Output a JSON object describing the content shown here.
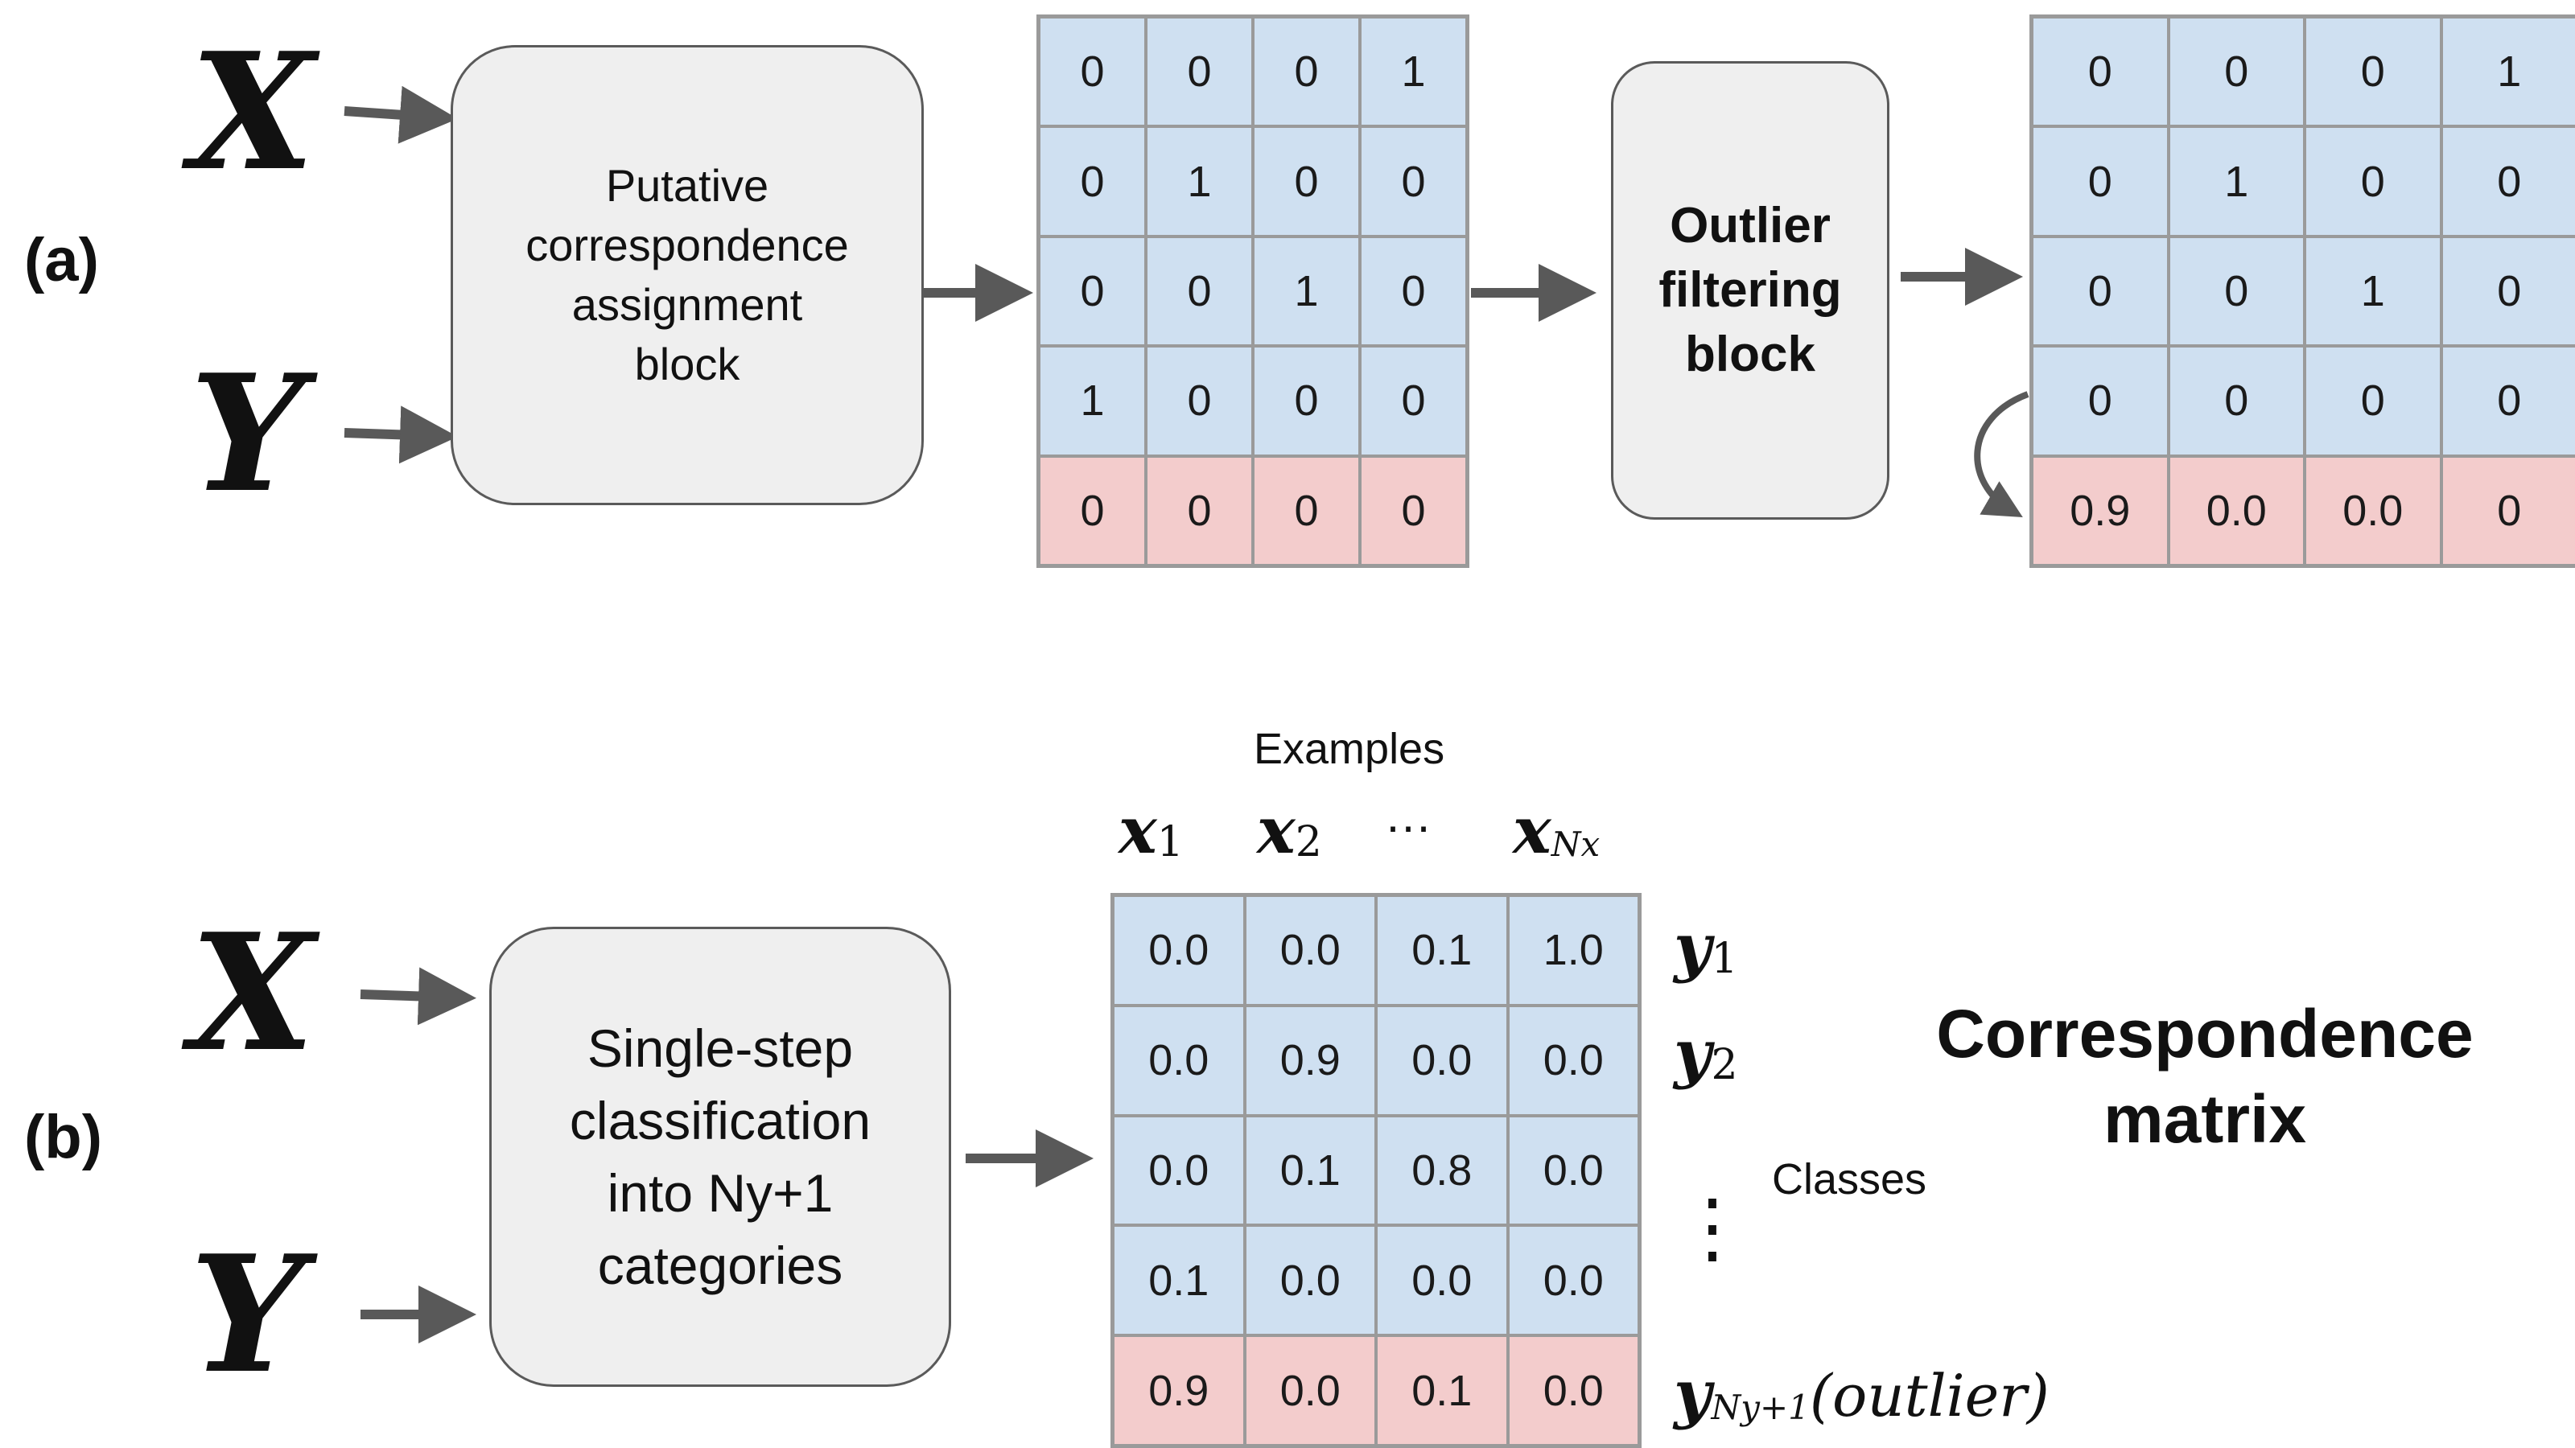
{
  "panel_a": {
    "label": "(a)",
    "input_x": "X",
    "input_y": "Y",
    "block1_text": "Putative\ncorrespondence\nassignment\nblock",
    "block2_text": "Outlier\nfiltering\nblock",
    "matrix1": [
      [
        "0",
        "0",
        "0",
        "1"
      ],
      [
        "0",
        "1",
        "0",
        "0"
      ],
      [
        "0",
        "0",
        "1",
        "0"
      ],
      [
        "1",
        "0",
        "0",
        "0"
      ],
      [
        "0",
        "0",
        "0",
        "0"
      ]
    ],
    "matrix2": [
      [
        "0",
        "0",
        "0",
        "1"
      ],
      [
        "0",
        "1",
        "0",
        "0"
      ],
      [
        "0",
        "0",
        "1",
        "0"
      ],
      [
        "0",
        "0",
        "0",
        "0"
      ],
      [
        "0.9",
        "0.0",
        "0.0",
        "0"
      ]
    ]
  },
  "panel_b": {
    "label": "(b)",
    "input_x": "X",
    "input_y": "Y",
    "block_text": "Single-step\nclassification\ninto Ny+1\ncategories",
    "examples_label": "Examples",
    "columns": [
      {
        "base": "x",
        "sub": "1"
      },
      {
        "base": "x",
        "sub": "2"
      },
      {
        "base": "…",
        "sub": ""
      },
      {
        "base": "x",
        "sub": "Nx"
      }
    ],
    "rows": [
      {
        "base": "y",
        "sub": "1"
      },
      {
        "base": "y",
        "sub": "2"
      },
      {
        "base": "⋮",
        "sub": ""
      },
      {
        "base": "y",
        "sub": "Ny+1",
        "suffix": "(outlier)"
      }
    ],
    "classes_label": "Classes",
    "matrix_title": "Correspondence\nmatrix",
    "matrix": [
      [
        "0.0",
        "0.0",
        "0.1",
        "1.0"
      ],
      [
        "0.0",
        "0.9",
        "0.0",
        "0.0"
      ],
      [
        "0.0",
        "0.1",
        "0.8",
        "0.0"
      ],
      [
        "0.1",
        "0.0",
        "0.0",
        "0.0"
      ],
      [
        "0.9",
        "0.0",
        "0.1",
        "0.0"
      ]
    ]
  },
  "colors": {
    "inlier": "#cfe0f1",
    "outlier": "#f3cccc",
    "block": "#efefef",
    "arrow": "#595959"
  }
}
